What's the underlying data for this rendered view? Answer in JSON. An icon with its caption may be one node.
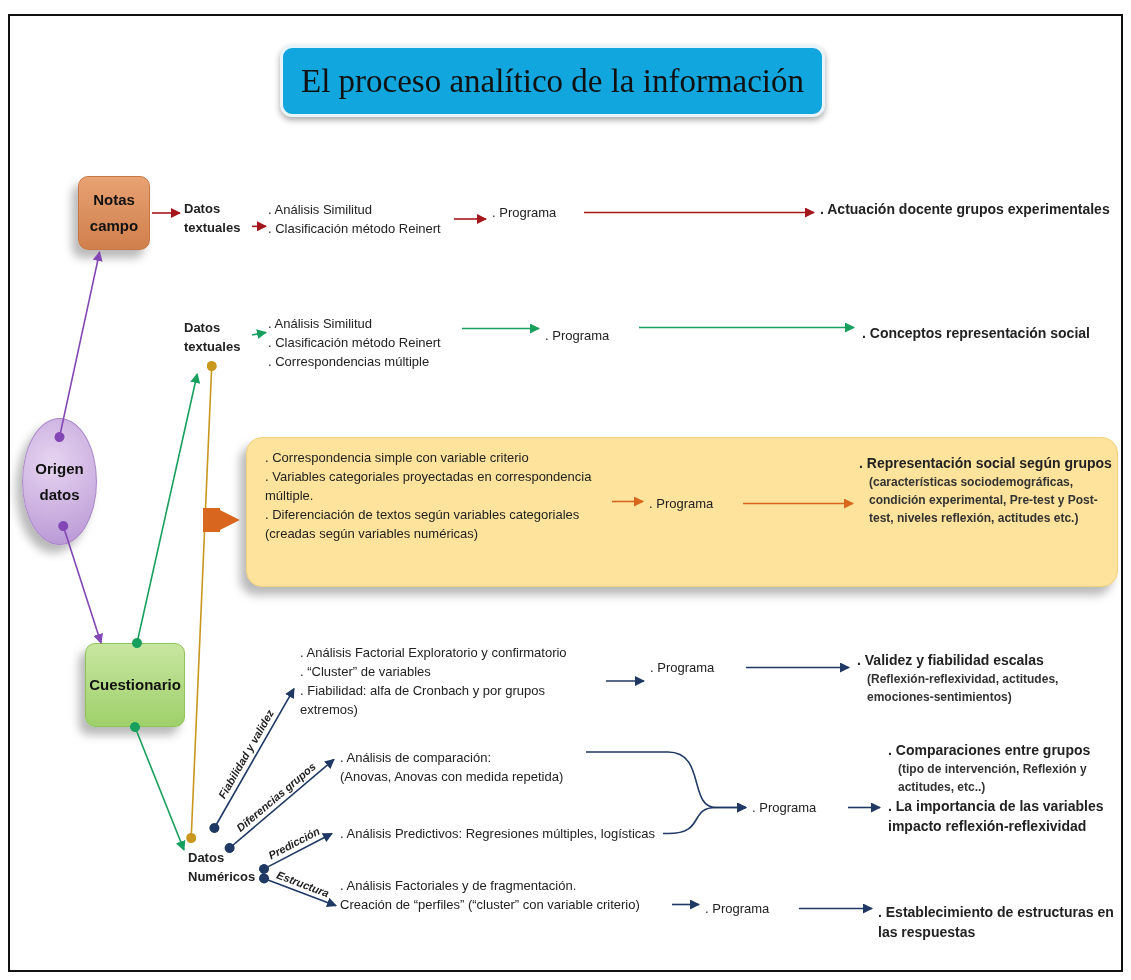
{
  "diagram": {
    "title": "El proceso analítico de la información",
    "nodes": [
      {
        "text": [
          "Notas campo"
        ]
      },
      {
        "text": [
          "Datos textuales"
        ]
      },
      {
        "text": [
          ". Análisis Similitud",
          ". Clasificación método Reinert"
        ]
      },
      {
        "text": [
          ". Programa"
        ]
      },
      {
        "text": [
          ". Actuación docente grupos experimentales"
        ]
      },
      {
        "text": [
          "Origen datos"
        ]
      },
      {
        "text": [
          "Datos textuales"
        ]
      },
      {
        "text": [
          ". Análisis Similitud",
          ". Clasificación método Reinert",
          ". Correspondencias múltiple"
        ]
      },
      {
        "text": [
          ". Programa"
        ]
      },
      {
        "text": [
          ". Conceptos representación social"
        ]
      },
      {
        "text": [],
        "shape": "box"
      },
      {
        "text": [
          ". Correspondencia simple con variable criterio",
          ". Variables categoriales proyectadas en correspondencia múltiple.",
          ". Diferenciación de textos según variables categoriales (creadas según variables numéricas)"
        ],
        "in": 10
      },
      {
        "text": [
          ". Programa"
        ],
        "in": 10
      },
      {
        "text": [
          ". Representación social según grupos",
          "(características sociodemográficas, condición experimental, Pre-test y Post-test, niveles reflexión, actitudes etc.)"
        ],
        "in": 10
      },
      {
        "text": [
          "Cuestionario"
        ]
      },
      {
        "text": [
          "Datos Numéricos"
        ]
      },
      {
        "text": [
          ". Análisis Factorial Exploratorio y confirmatorio",
          ". “Cluster” de variables",
          ". Fiabilidad: alfa de Cronbach  y por grupos extremos)"
        ]
      },
      {
        "text": [
          ". Programa"
        ]
      },
      {
        "text": [
          ". Validez y fiabilidad escalas",
          "(Reflexión-reflexividad, actitudes, emociones-sentimientos)"
        ]
      },
      {
        "text": [
          ". Análisis de comparación:",
          "(Anovas, Anovas con medida repetida)"
        ]
      },
      {
        "text": [
          ". Análisis Predictivos: Regresiones múltiples, logísticas"
        ]
      },
      {
        "text": [
          ". Programa"
        ]
      },
      {
        "text": [
          ". Comparaciones entre grupos",
          "(tipo de intervención, Reflexión y actitudes, etc..)",
          ". La importancia de las variables impacto reflexión-reflexividad"
        ]
      },
      {
        "text": [
          ". Análisis Factoriales y de fragmentación.",
          "Creación de “perfiles” (“cluster” con variable criterio)"
        ]
      },
      {
        "text": [
          ". Programa"
        ]
      },
      {
        "text": [
          ". Establecimiento de estructuras en las respuestas"
        ]
      }
    ],
    "edges": [
      {
        "from": 0,
        "to": 1,
        "arrow": "to",
        "color": "#a3171c"
      },
      {
        "from": 1,
        "to": 2,
        "arrow": "to",
        "color": "#a3171c"
      },
      {
        "from": 2,
        "to": 3,
        "arrow": "to",
        "color": "#a3171c"
      },
      {
        "from": 3,
        "to": 4,
        "arrow": "to",
        "color": "#a3171c"
      },
      {
        "from": 5,
        "to": 0,
        "arrow": "to",
        "color": "#8247b5"
      },
      {
        "from": 5,
        "to": 14,
        "arrow": "to",
        "color": "#8247b5"
      },
      {
        "from": 14,
        "to": 6,
        "arrow": "to",
        "color": "#17a05d"
      },
      {
        "from": 14,
        "to": 15,
        "arrow": "to",
        "color": "#17a05d"
      },
      {
        "from": 6,
        "to": 7,
        "arrow": "to",
        "color": "#17a05d"
      },
      {
        "from": 7,
        "to": 8,
        "arrow": "to",
        "color": "#17a05d"
      },
      {
        "from": 8,
        "to": 9,
        "arrow": "to",
        "color": "#17a05d"
      },
      {
        "from": 6,
        "to": 15,
        "arrow": "other",
        "color": "#c9961e"
      },
      {
        "from": null,
        "to": 10,
        "arrow": "to",
        "style": "thick",
        "color": "#d9661f"
      },
      {
        "from": 11,
        "to": 12,
        "arrow": "to",
        "color": "#d9661f"
      },
      {
        "from": 12,
        "to": 13,
        "arrow": "to",
        "color": "#d9661f"
      },
      {
        "from": 15,
        "to": 16,
        "arrow": "to",
        "label": "Fiabilidad y validez"
      },
      {
        "from": 15,
        "to": 19,
        "arrow": "to",
        "label": "Diferencias grupos"
      },
      {
        "from": 15,
        "to": 20,
        "arrow": "to",
        "label": "Predicción"
      },
      {
        "from": 15,
        "to": 23,
        "arrow": "to",
        "label": "Estructura"
      },
      {
        "from": 16,
        "to": 17,
        "arrow": "to"
      },
      {
        "from": 17,
        "to": 18,
        "arrow": "to"
      },
      {
        "from": 19,
        "to": 21,
        "arrow": "to"
      },
      {
        "from": 20,
        "to": 21,
        "arrow": "to"
      },
      {
        "from": 21,
        "to": 22,
        "arrow": "to"
      },
      {
        "from": 23,
        "to": 24,
        "arrow": "to"
      },
      {
        "from": 24,
        "to": 25,
        "arrow": "to"
      }
    ]
  }
}
